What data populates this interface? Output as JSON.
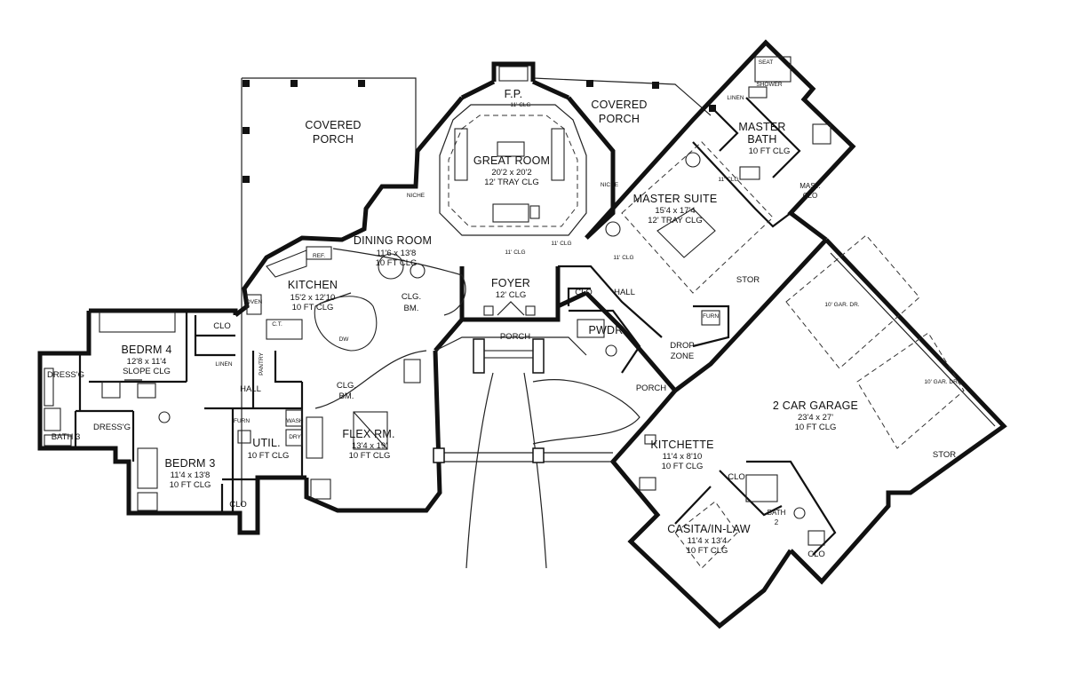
{
  "plan": {
    "rooms": {
      "covered_porch_left": {
        "name_line1": "COVERED",
        "name_line2": "PORCH"
      },
      "covered_porch_right": {
        "name_line1": "COVERED",
        "name_line2": "PORCH"
      },
      "fireplace": {
        "name": "F.P.",
        "clg": "11' CLG"
      },
      "great_room": {
        "name": "GREAT ROOM",
        "dims": "20'2 x 20'2",
        "clg": "12' TRAY CLG",
        "side_clg": "11' CLG"
      },
      "dining_room": {
        "name": "DINING ROOM",
        "dims": "11'6 x 13'8",
        "clg": "10 FT CLG"
      },
      "kitchen": {
        "name": "KITCHEN",
        "dims": "15'2 x 12'10",
        "clg": "10 FT CLG"
      },
      "foyer": {
        "name": "FOYER",
        "clg": "12' CLG"
      },
      "porch_front": {
        "name": "PORCH"
      },
      "porch_side": {
        "name": "PORCH"
      },
      "master_suite": {
        "name": "MASTER SUITE",
        "dims": "15'4 x 17'4",
        "clg": "12' TRAY CLG"
      },
      "master_bath": {
        "name_line1": "MASTER",
        "name_line2": "BATH",
        "clg": "10 FT CLG"
      },
      "master_closet": {
        "name_line1": "MAST.",
        "name_line2": "CLO"
      },
      "hall_center": {
        "name": "HALL"
      },
      "hall_left": {
        "name": "HALL"
      },
      "powder": {
        "name": "PWDR"
      },
      "drop_zone": {
        "name_line1": "DROP",
        "name_line2": "ZONE"
      },
      "bedroom4": {
        "name": "BEDRM 4",
        "dims": "12'8 x 11'4",
        "clg": "SLOPE CLG"
      },
      "bedroom3": {
        "name": "BEDRM 3",
        "dims": "11'4 x 13'8",
        "clg": "10 FT CLG"
      },
      "bath3": {
        "name": "BATH 3"
      },
      "flex_room": {
        "name": "FLEX RM.",
        "dims": "13'4 x 19'",
        "clg": "10 FT CLG"
      },
      "utility": {
        "name": "UTIL.",
        "clg": "10 FT CLG"
      },
      "garage": {
        "name": "2 CAR GARAGE",
        "dims": "23'4 x 27'",
        "clg": "10 FT CLG"
      },
      "kitchette": {
        "name": "KITCHETTE",
        "dims": "11'4 x 8'10",
        "clg": "10 FT CLG"
      },
      "casita": {
        "name": "CASITA/IN-LAW",
        "dims": "11'4 x 13'4",
        "clg": "10 FT CLG"
      },
      "bath2": {
        "name_line1": "BATH",
        "name_line2": "2"
      }
    },
    "labels": {
      "clo": "CLO",
      "dressg": "DRESS'G",
      "linen": "LINEN",
      "linen_mb": "LINEN",
      "pantry": "PANTRY",
      "furn": "FURN",
      "stor": "STOR",
      "ref": "REF.",
      "oven": "OVEN",
      "ct": "C.T.",
      "dw": "DW",
      "wash": "WASH",
      "dry": "DRY",
      "seat": "SEAT",
      "shower": "SHOWER",
      "niche": "NICHE",
      "clg_bm": "CLG.",
      "clg_bm2": "BM.",
      "gar_dr": "10' GAR. DR.",
      "clg_11": "11' CLG",
      "clg_12": "12' CLG"
    }
  }
}
